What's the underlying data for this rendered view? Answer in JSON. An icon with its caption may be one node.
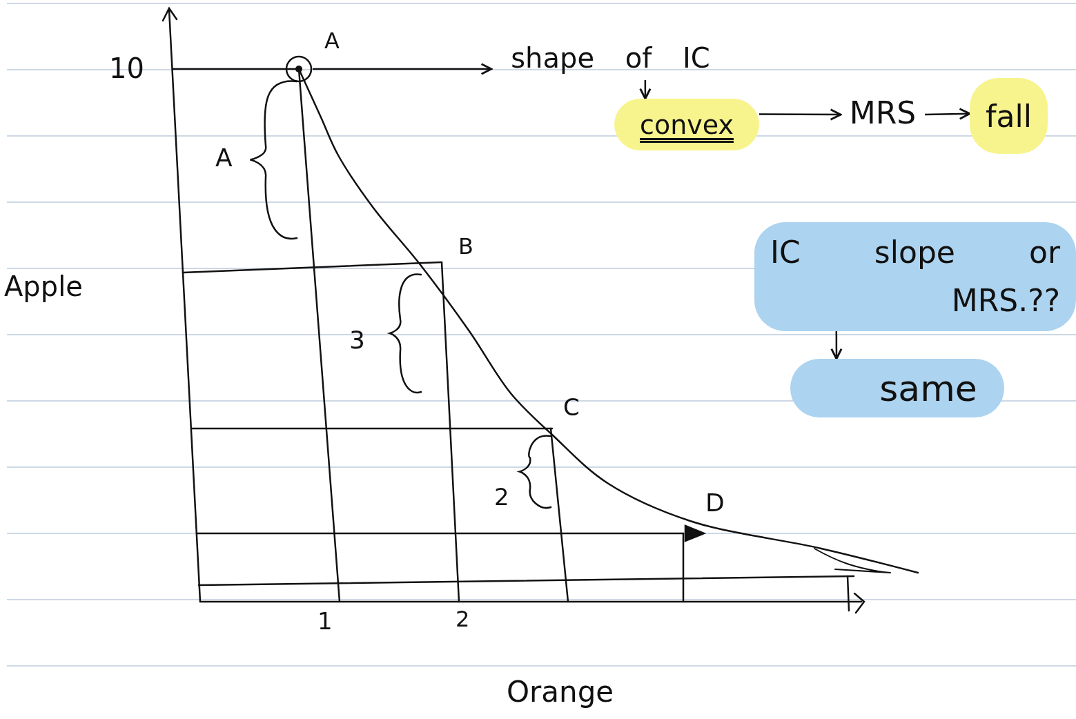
{
  "diagram": {
    "nodes": [
      {
        "text": [
          "shape of IC"
        ]
      },
      {
        "text": [
          "convex"
        ]
      },
      {
        "text": [
          "MRS"
        ]
      },
      {
        "text": [
          "fall"
        ]
      },
      {
        "text": [
          "IC slope or MRS.??"
        ]
      },
      {
        "text": [
          "same"
        ]
      },
      {
        "text": [],
        "shape": "circle",
        "beside": [
          "A"
        ]
      }
    ],
    "edges": [
      {
        "from": 6,
        "to": 0,
        "arrow": "to"
      },
      {
        "from": 0,
        "to": 1,
        "arrow": "to"
      },
      {
        "from": 1,
        "to": 2,
        "arrow": "to"
      },
      {
        "from": 2,
        "to": 3,
        "arrow": "to"
      },
      {
        "from": 4,
        "to": 5,
        "arrow": "to"
      }
    ],
    "labels": [
      "10",
      "A",
      "Apple",
      "B",
      "3",
      "C",
      "2",
      "D",
      "1",
      "2",
      "Orange"
    ]
  }
}
